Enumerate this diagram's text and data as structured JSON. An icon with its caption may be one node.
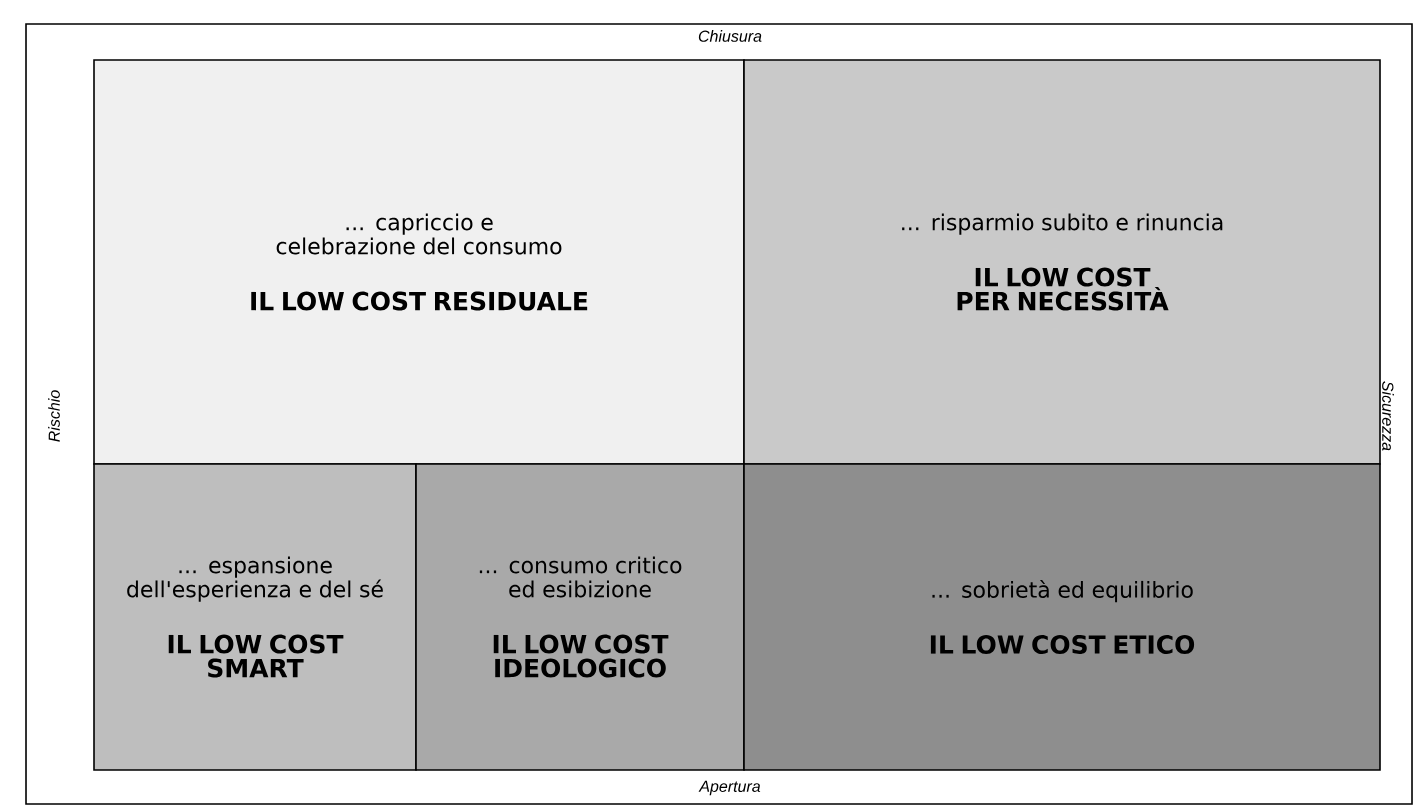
{
  "diagram": {
    "nodes": [
      {
        "text": [
          "... capriccio e celebrazione del consumo",
          "IL LOW COST RESIDUALE"
        ]
      },
      {
        "text": [
          "... risparmio subito e rinuncia",
          "IL LOW COST PER NECESSITÀ"
        ]
      },
      {
        "text": [
          "... espansione dell'esperienza e del sé",
          "IL LOW COST SMART"
        ]
      },
      {
        "text": [
          "... consumo critico ed esibizione",
          "IL LOW COST IDEOLOGICO"
        ]
      },
      {
        "text": [
          "... sobrietà ed equilibrio",
          "IL LOW COST ETICO"
        ]
      }
    ],
    "labels": [
      "Chiusura",
      "Rischio",
      "Sicurezza",
      "Apertura"
    ]
  }
}
